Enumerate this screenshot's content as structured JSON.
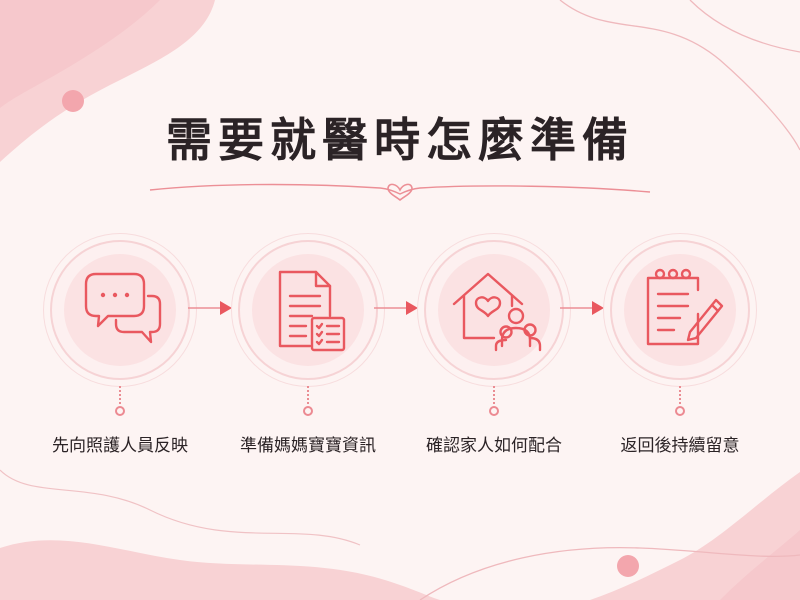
{
  "title": "需要就醫時怎麼準備",
  "steps": [
    {
      "label": "先向照護人員反映",
      "icon": "chat-bubbles-icon"
    },
    {
      "label": "準備媽媽寶寶資訊",
      "icon": "documents-checklist-icon"
    },
    {
      "label": "確認家人如何配合",
      "icon": "home-family-icon"
    },
    {
      "label": "返回後持續留意",
      "icon": "notepad-pen-icon"
    }
  ],
  "colors": {
    "accent": "#e9585f",
    "background": "#fdf4f3",
    "circle": "#fbe2e3",
    "title": "#2b2326"
  }
}
